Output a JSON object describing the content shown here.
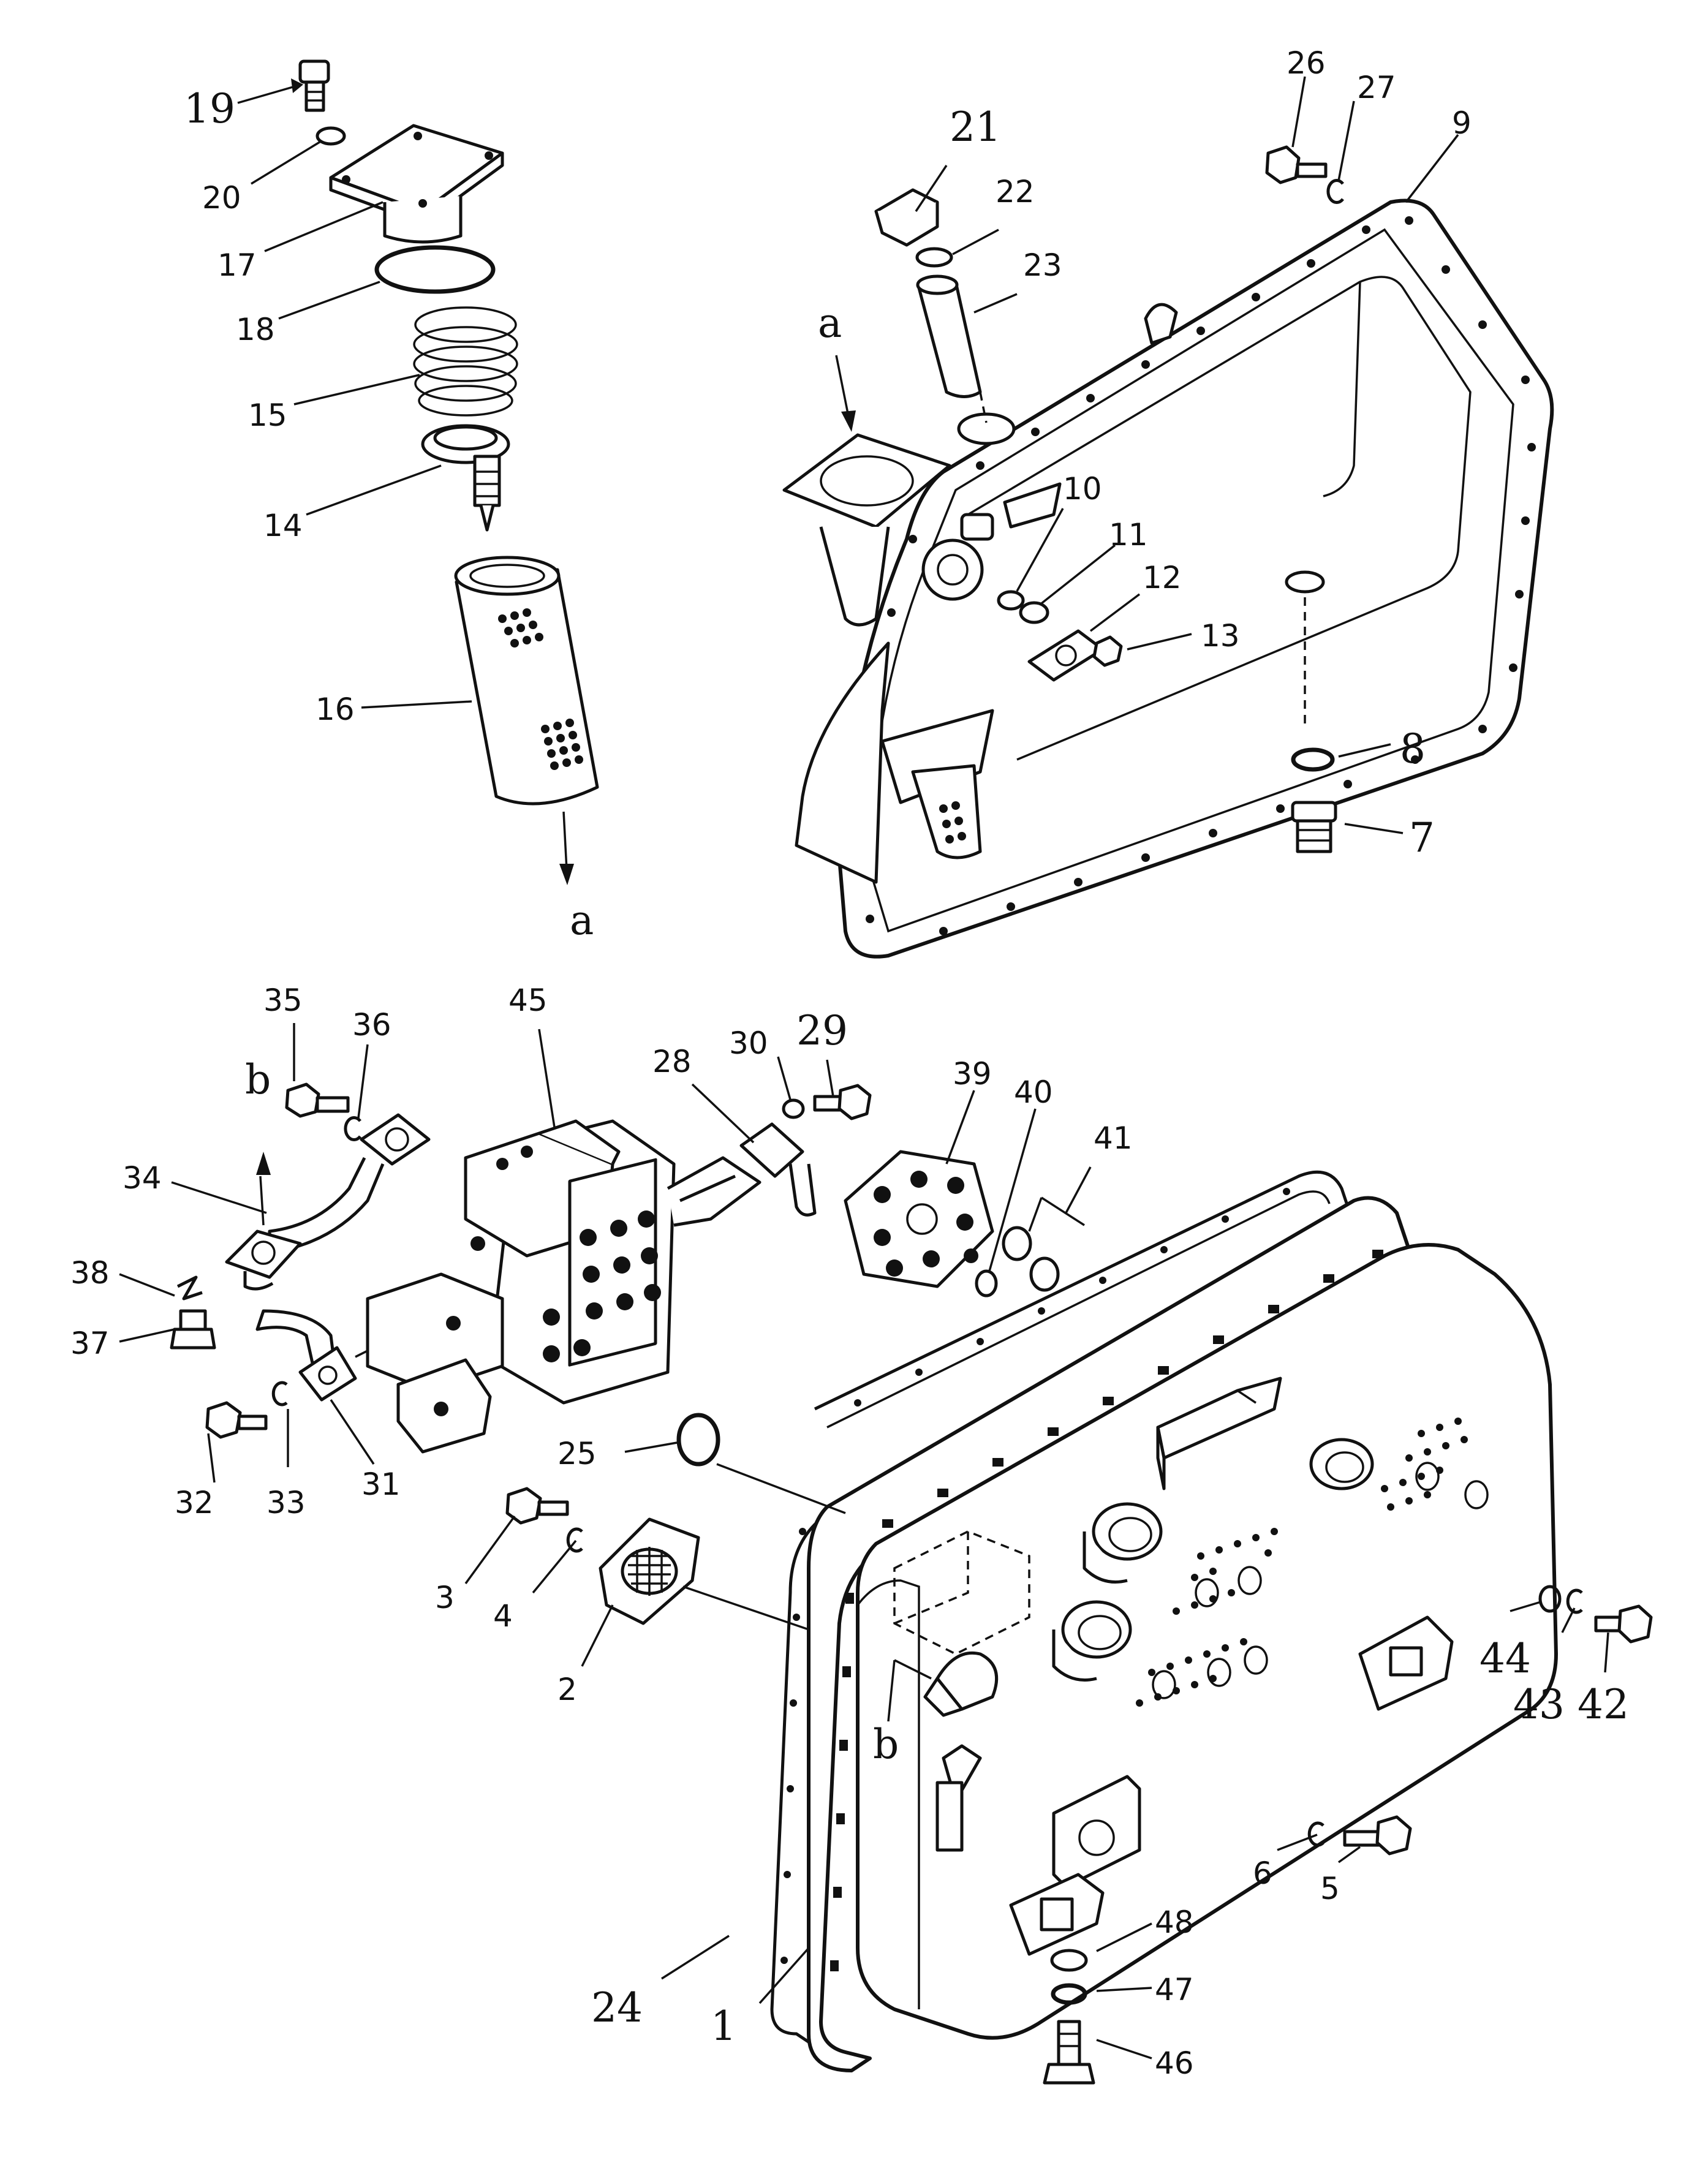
{
  "callouts": [
    {
      "id": "19",
      "text": "19"
    },
    {
      "id": "20",
      "text": "20"
    },
    {
      "id": "17",
      "text": "17"
    },
    {
      "id": "18",
      "text": "18"
    },
    {
      "id": "15",
      "text": "15"
    },
    {
      "id": "14",
      "text": "14"
    },
    {
      "id": "16",
      "text": "16"
    },
    {
      "id": "a-lower",
      "text": "a"
    },
    {
      "id": "21",
      "text": "21"
    },
    {
      "id": "22",
      "text": "22"
    },
    {
      "id": "23",
      "text": "23"
    },
    {
      "id": "a-upper",
      "text": "a"
    },
    {
      "id": "26",
      "text": "26"
    },
    {
      "id": "27",
      "text": "27"
    },
    {
      "id": "9",
      "text": "9"
    },
    {
      "id": "10",
      "text": "10"
    },
    {
      "id": "11",
      "text": "11"
    },
    {
      "id": "12",
      "text": "12"
    },
    {
      "id": "13",
      "text": "13"
    },
    {
      "id": "8",
      "text": "8"
    },
    {
      "id": "7",
      "text": "7"
    },
    {
      "id": "35",
      "text": "35"
    },
    {
      "id": "36",
      "text": "36"
    },
    {
      "id": "45",
      "text": "45"
    },
    {
      "id": "28",
      "text": "28"
    },
    {
      "id": "30",
      "text": "30"
    },
    {
      "id": "29",
      "text": "29"
    },
    {
      "id": "39",
      "text": "39"
    },
    {
      "id": "40",
      "text": "40"
    },
    {
      "id": "41",
      "text": "41"
    },
    {
      "id": "b-upper",
      "text": "b"
    },
    {
      "id": "34",
      "text": "34"
    },
    {
      "id": "38",
      "text": "38"
    },
    {
      "id": "37",
      "text": "37"
    },
    {
      "id": "32",
      "text": "32"
    },
    {
      "id": "33",
      "text": "33"
    },
    {
      "id": "31",
      "text": "31"
    },
    {
      "id": "25",
      "text": "25"
    },
    {
      "id": "3",
      "text": "3"
    },
    {
      "id": "4",
      "text": "4"
    },
    {
      "id": "2",
      "text": "2"
    },
    {
      "id": "b-lower",
      "text": "b"
    },
    {
      "id": "44",
      "text": "44"
    },
    {
      "id": "43",
      "text": "43"
    },
    {
      "id": "42",
      "text": "42"
    },
    {
      "id": "6",
      "text": "6"
    },
    {
      "id": "5",
      "text": "5"
    },
    {
      "id": "24",
      "text": "24"
    },
    {
      "id": "1",
      "text": "1"
    },
    {
      "id": "48",
      "text": "48"
    },
    {
      "id": "47",
      "text": "47"
    },
    {
      "id": "46",
      "text": "46"
    }
  ]
}
